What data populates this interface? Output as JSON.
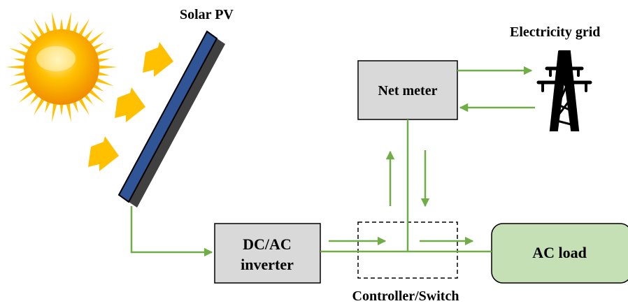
{
  "labels": {
    "solar_pv": "Solar PV",
    "electricity_grid": "Electricity grid",
    "net_meter": "Net meter",
    "inverter_line1": "DC/AC",
    "inverter_line2": "inverter",
    "ac_load": "AC load",
    "controller": "Controller/Switch"
  },
  "colors": {
    "connector_green": "#70ad47",
    "box_gray": "#d9d9d9",
    "load_green": "#c5e0b4",
    "panel_blue": "#2f5597",
    "panel_shadow": "#404040",
    "ray_orange": "#ffc000",
    "sun_yellow": "#ffc000"
  },
  "icons": {
    "sun": "sun-icon",
    "tower": "transmission-tower-icon"
  }
}
